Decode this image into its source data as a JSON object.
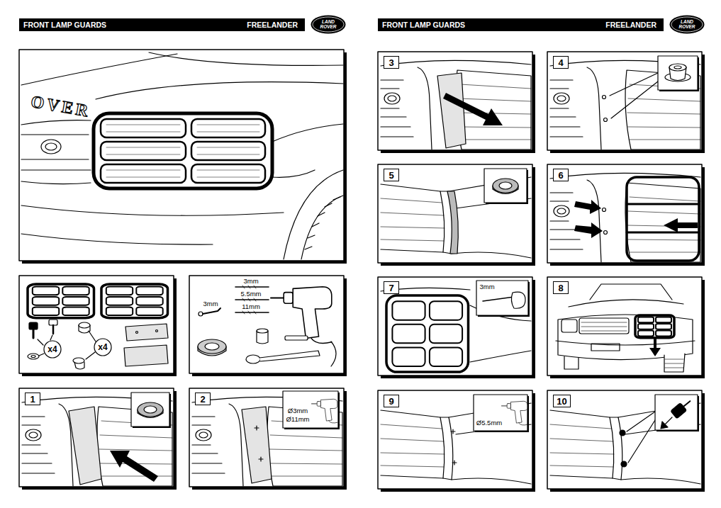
{
  "diagram": {
    "nodes": [
      {
        "text": [
          "FRONT LAMP GUARDS",
          "FREELANDER"
        ]
      },
      {
        "text": [
          "LAND ROVER"
        ]
      },
      {
        "text": [
          "FRONT LAMP GUARDS",
          "FREELANDER"
        ]
      },
      {
        "text": [
          "LAND ROVER"
        ]
      },
      {
        "text": [
          "1"
        ]
      },
      {
        "text": [
          "2"
        ]
      },
      {
        "text": [
          "3"
        ]
      },
      {
        "text": [
          "4"
        ]
      },
      {
        "text": [
          "5"
        ]
      },
      {
        "text": [
          "6"
        ]
      },
      {
        "text": [
          "7"
        ]
      },
      {
        "text": [
          "8"
        ]
      },
      {
        "text": [
          "9"
        ]
      },
      {
        "text": [
          "10"
        ]
      }
    ],
    "labels": [
      "OVER",
      "x4",
      "x4",
      "3mm",
      "5.5mm",
      "11mm",
      "3mm",
      "Ø3mm",
      "Ø11mm",
      "3mm",
      "Ø5.5mm"
    ]
  }
}
